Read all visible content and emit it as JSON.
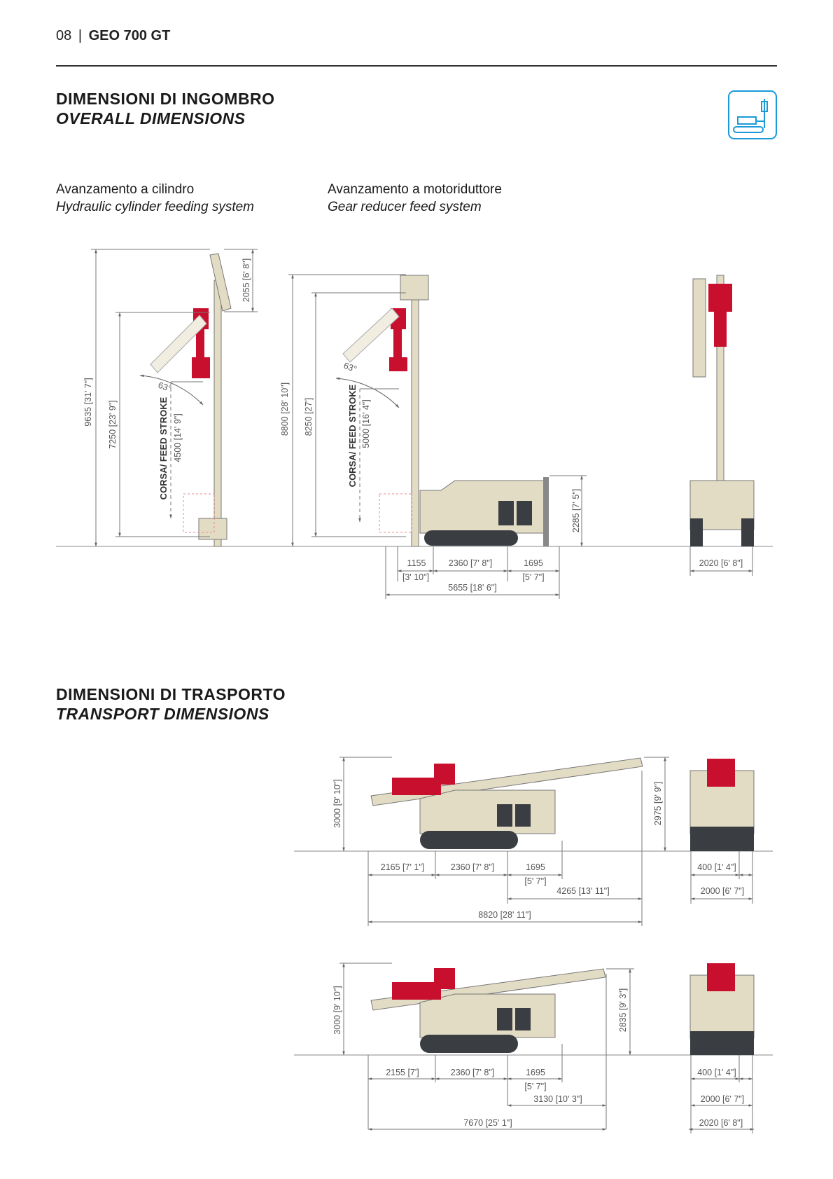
{
  "header": {
    "page_number": "08",
    "separator": "|",
    "model": "GEO 700 GT"
  },
  "overall": {
    "title_it": "DIMENSIONI DI INGOMBRO",
    "title_en": "OVERALL DIMENSIONS",
    "cylinder": {
      "label_it": "Avanzamento a cilindro",
      "label_en": "Hydraulic cylinder feeding system",
      "height_total": "9635 [31' 7\"]",
      "height_head": "7250 [23' 9\"]",
      "top_ext": "2055 [6' 8\"]",
      "stroke_label": "CORSA/ FEED STROKE",
      "stroke": "4500 [14' 9\"]",
      "angle": "63°"
    },
    "gear": {
      "label_it": "Avanzamento a motoriduttore",
      "label_en": "Gear reducer feed system",
      "height_total": "8800 [28' 10\"]",
      "height_head": "8250 [27']",
      "stroke_label": "CORSA/ FEED STROKE",
      "stroke": "5000 [16' 4\"]",
      "angle": "63°",
      "body_height": "2285 [7' 5\"]",
      "d1": "1155",
      "d1_ft": "[3' 10\"]",
      "d2": "2360 [7' 8\"]",
      "d3": "1695",
      "d3_ft": "[5' 7\"]",
      "total_length": "5655 [18' 6\"]"
    },
    "front": {
      "width": "2020 [6' 8\"]"
    }
  },
  "transport": {
    "title_it": "DIMENSIONI DI TRASPORTO",
    "title_en": "TRANSPORT DIMENSIONS",
    "config1": {
      "height": "3000 [9' 10\"]",
      "mast_height": "2975 [9' 9\"]",
      "d1": "2165 [7' 1\"]",
      "d2": "2360 [7' 8\"]",
      "d3": "1695",
      "d3_ft": "[5' 7\"]",
      "overhang": "4265 [13' 11\"]",
      "total_length": "8820 [28' 11\"]",
      "front_offset": "400 [1' 4\"]",
      "front_width": "2000 [6' 7\"]"
    },
    "config2": {
      "height": "3000 [9' 10\"]",
      "mast_height": "2835 [9' 3\"]",
      "d1": "2155 [7']",
      "d2": "2360 [7' 8\"]",
      "d3": "1695",
      "d3_ft": "[5' 7\"]",
      "overhang": "3130 [10' 3\"]",
      "total_length": "7670 [25' 1\"]",
      "front_offset": "400 [1' 4\"]",
      "front_width": "2000 [6' 7\"]",
      "front_width_max": "2020 [6' 8\"]"
    }
  },
  "colors": {
    "accent": "#1a9bd7",
    "machine": "#e3dcc4",
    "head": "#c8102e",
    "track": "#3a3d42"
  }
}
